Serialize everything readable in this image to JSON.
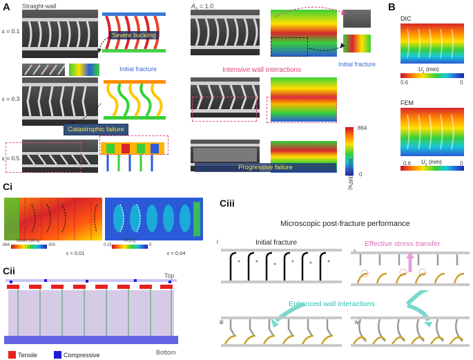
{
  "panelA": {
    "letter": "A",
    "title_left": "Straight-wall",
    "title_right_prefix": "A",
    "title_right_sub": "0",
    "title_right_value": " = 1.0",
    "eps": [
      "ε = 0.1",
      "ε = 0.3",
      "ε = 0.5"
    ],
    "severe_buckling": "Severe buckling",
    "initial_fracture_left": "Initial fracture",
    "initial_fracture_right": "Initial fracture",
    "intensive_wall": "Intensive wall interactions",
    "catastrophic": "Catastrophic failure",
    "progressive": "Progressive failure",
    "mises_label": "Mises (MPa)",
    "mises_max": "864",
    "mises_min": "0"
  },
  "panelB": {
    "letter": "B",
    "dic_label": "DIC",
    "fem_label": "FEM",
    "unit_label": "U",
    "unit_sub": "z",
    "unit_suffix": " (mm)",
    "dic_min": "0.6",
    "dic_max": "0",
    "fem_min": "0.6",
    "fem_max": "0"
  },
  "panelCi": {
    "letter": "Ci",
    "cb1_label": "Mises (MPa)",
    "cb1_max": "864",
    "cb1_min": "300",
    "eps1": "ε = 0.01",
    "cb2_label": "PEEQ",
    "cb2_max": "0.15",
    "cb2_min": "0",
    "eps2": "ε = 0.04"
  },
  "panelCii": {
    "letter": "Cii",
    "top": "Top",
    "bottom": "Bottom",
    "tensile": "Tensile",
    "compressive": "Compressive",
    "tensile_color": "#e8201c",
    "compressive_color": "#1a1adc"
  },
  "panelCiii": {
    "letter": "Ciii",
    "title": "Microscopic post-fracture performance",
    "initial_fracture": "Initial fracture",
    "effective_stress": "Effective stress transfer",
    "enhanced_wall": "Enhanced wall interactions",
    "numerals": [
      "i",
      "ii",
      "iii",
      "iv"
    ]
  }
}
